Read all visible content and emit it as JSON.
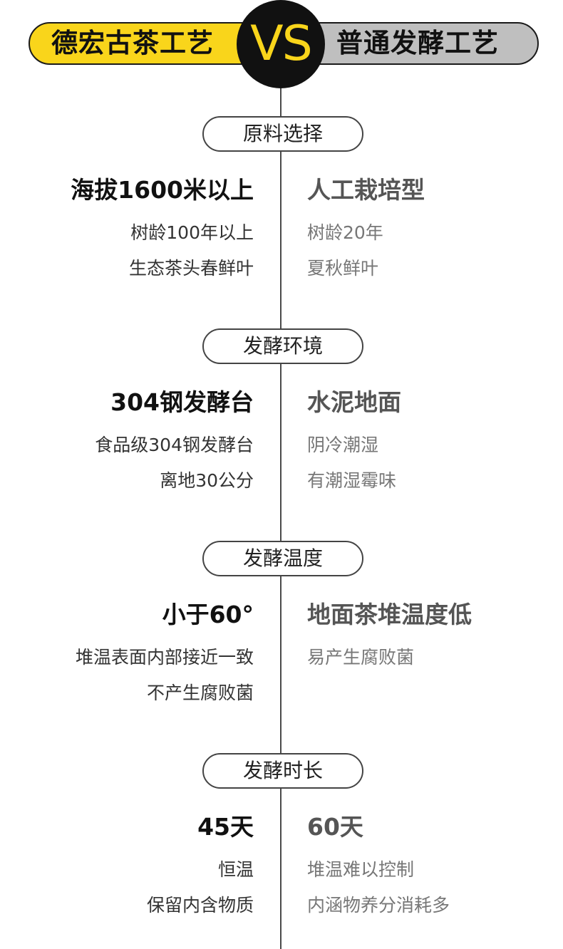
{
  "header": {
    "left_label": "德宏古茶工艺",
    "vs_label": "VS",
    "right_label": "普通发酵工艺",
    "colors": {
      "left_pill": "#f9d51b",
      "right_pill": "#bfbfbf",
      "vs_circle": "#111111",
      "vs_text": "#f9d51b"
    }
  },
  "sections": [
    {
      "title": "原料选择",
      "left": {
        "headline": "海拔1600米以上",
        "details": [
          "树龄100年以上",
          "生态茶头春鲜叶"
        ]
      },
      "right": {
        "headline": "人工栽培型",
        "details": [
          "树龄20年",
          "夏秋鲜叶"
        ]
      }
    },
    {
      "title": "发酵环境",
      "left": {
        "headline": "304钢发酵台",
        "details": [
          "食品级304钢发酵台",
          "离地30公分"
        ]
      },
      "right": {
        "headline": "水泥地面",
        "details": [
          "阴冷潮湿",
          "有潮湿霉味"
        ]
      }
    },
    {
      "title": "发酵温度",
      "left": {
        "headline": "小于60°",
        "details": [
          "堆温表面内部接近一致",
          "不产生腐败菌"
        ]
      },
      "right": {
        "headline": "地面茶堆温度低",
        "details": [
          "易产生腐败菌"
        ]
      }
    },
    {
      "title": "发酵时长",
      "left": {
        "headline": "45天",
        "details": [
          "恒温",
          "保留内含物质"
        ]
      },
      "right": {
        "headline": "60天",
        "details": [
          "堆温难以控制",
          "内涵物养分消耗多"
        ]
      }
    }
  ]
}
